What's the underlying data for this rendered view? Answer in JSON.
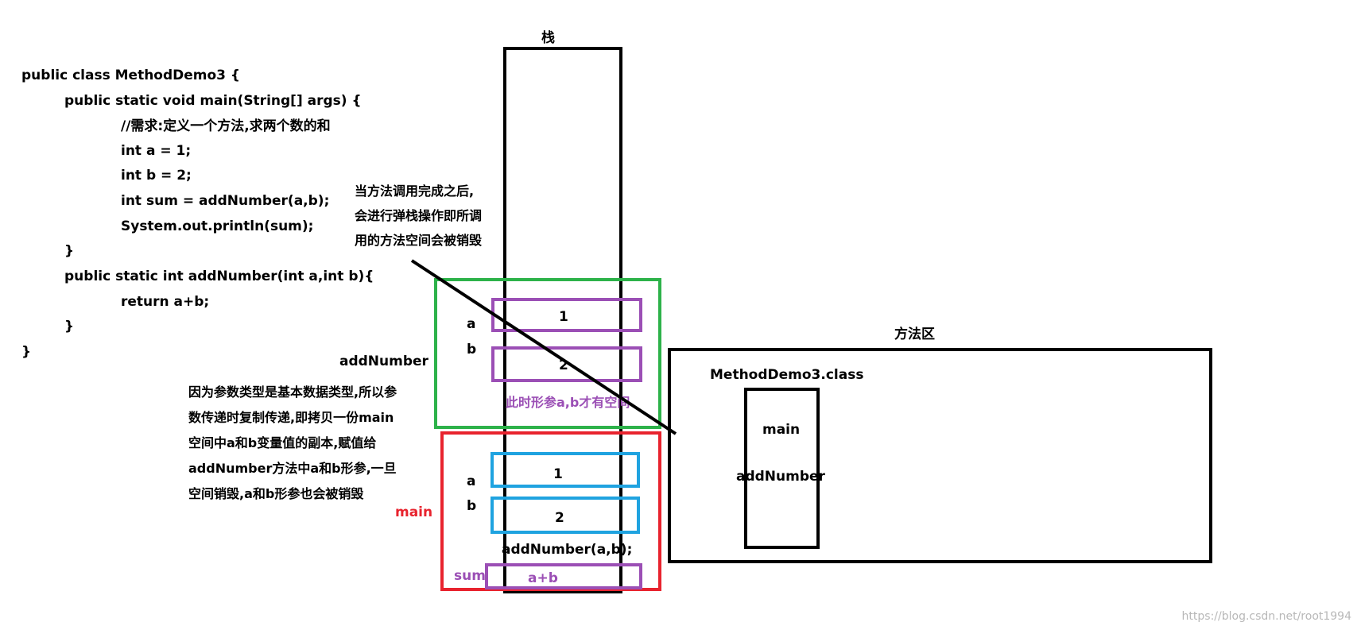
{
  "colors": {
    "black": "#000000",
    "green": "#2db24a",
    "red": "#e8232e",
    "purple": "#9b4fb5",
    "blue": "#1fa3e0",
    "watermark": "#b8b8b8"
  },
  "code": {
    "lines": [
      "public class MethodDemo3 {",
      "public static void main(String[] args) {",
      "//需求:定义一个方法,求两个数的和",
      "int a = 1;",
      "int b = 2;",
      "int sum = addNumber(a,b);",
      "System.out.println(sum);",
      "}",
      "public static int addNumber(int a,int b){",
      "return  a+b;",
      "}",
      "}"
    ]
  },
  "stack": {
    "title": "栈",
    "add_frame": {
      "name": "addNumber",
      "var_a_label": "a",
      "var_b_label": "b",
      "var_a_value": "1",
      "var_b_value": "2",
      "note": "此时形参a,b才有空间"
    },
    "main_frame": {
      "name": "main",
      "var_a_label": "a",
      "var_b_label": "b",
      "var_a_value": "1",
      "var_b_value": "2",
      "call_label": "addNumber(a,b);",
      "sum_label": "sum",
      "sum_value": "a+b"
    }
  },
  "pop_note": {
    "lines": [
      "当方法调用完成之后,",
      "会进行弹栈操作即所调",
      "用的方法空间会被销毁"
    ]
  },
  "copy_note": {
    "lines": [
      "因为参数类型是基本数据类型,所以参",
      "数传递时复制传递,即拷贝一份main",
      "空间中a和b变量值的副本,赋值给",
      "addNumber方法中a和b形参,一旦",
      "空间销毁,a和b形参也会被销毁"
    ]
  },
  "method_area": {
    "title": "方法区",
    "class_name": "MethodDemo3.class",
    "method_1": "main",
    "method_2": "addNumber"
  },
  "watermark": "https://blog.csdn.net/root1994"
}
